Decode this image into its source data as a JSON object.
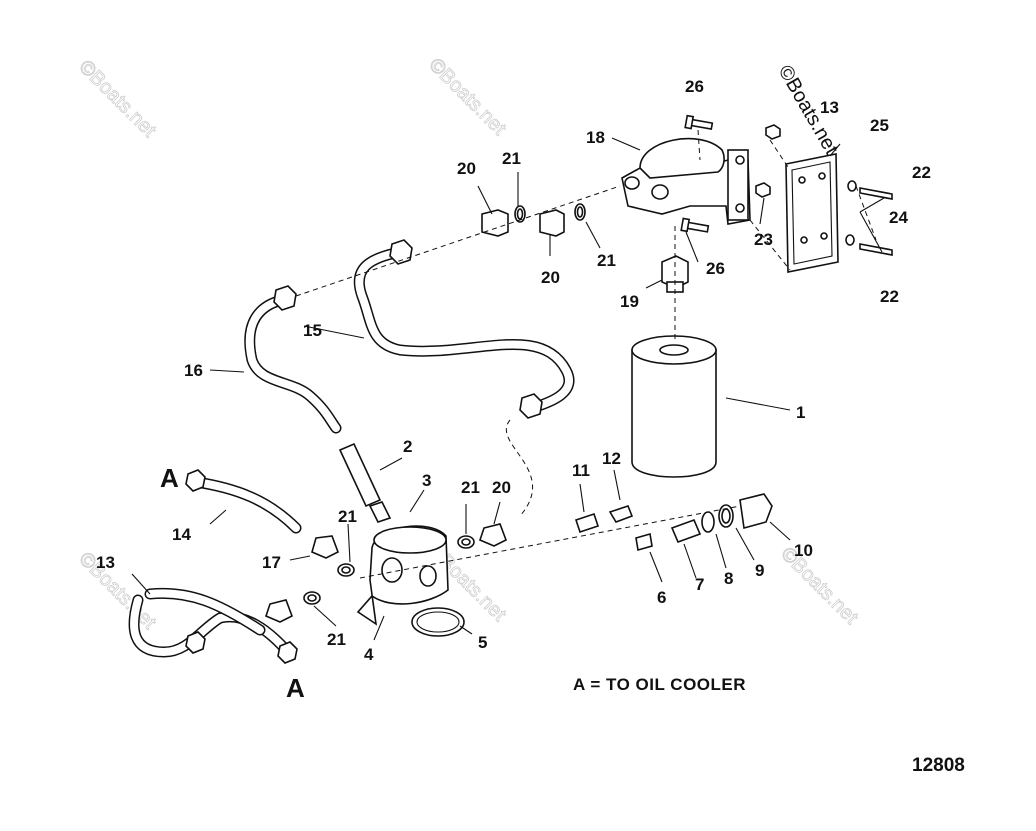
{
  "watermarks": [
    "©Boats.net",
    "©Boats.net",
    "©Boats.net",
    "©Boats.net",
    "©Boats.net",
    "©Boats.net"
  ],
  "watermark_top_right": "©Boats.net",
  "callouts": {
    "c1": "1",
    "c2": "2",
    "c3": "3",
    "c4": "4",
    "c5": "5",
    "c6": "6",
    "c7": "7",
    "c8": "8",
    "c9": "9",
    "c10": "10",
    "c11": "11",
    "c12": "12",
    "c13a": "13",
    "c13b": "13",
    "c14": "14",
    "c15": "15",
    "c16": "16",
    "c17": "17",
    "c18": "18",
    "c19": "19",
    "c20a": "20",
    "c20b": "20",
    "c20c": "20",
    "c21a": "21",
    "c21b": "21",
    "c21c": "21",
    "c21d": "21",
    "c21e": "21",
    "c22a": "22",
    "c22b": "22",
    "c23": "23",
    "c24": "24",
    "c25": "25",
    "c26a": "26",
    "c26b": "26"
  },
  "markers": {
    "a_top": "A",
    "a_bottom": "A"
  },
  "legend": "A = TO OIL COOLER",
  "figure_number": "12808"
}
